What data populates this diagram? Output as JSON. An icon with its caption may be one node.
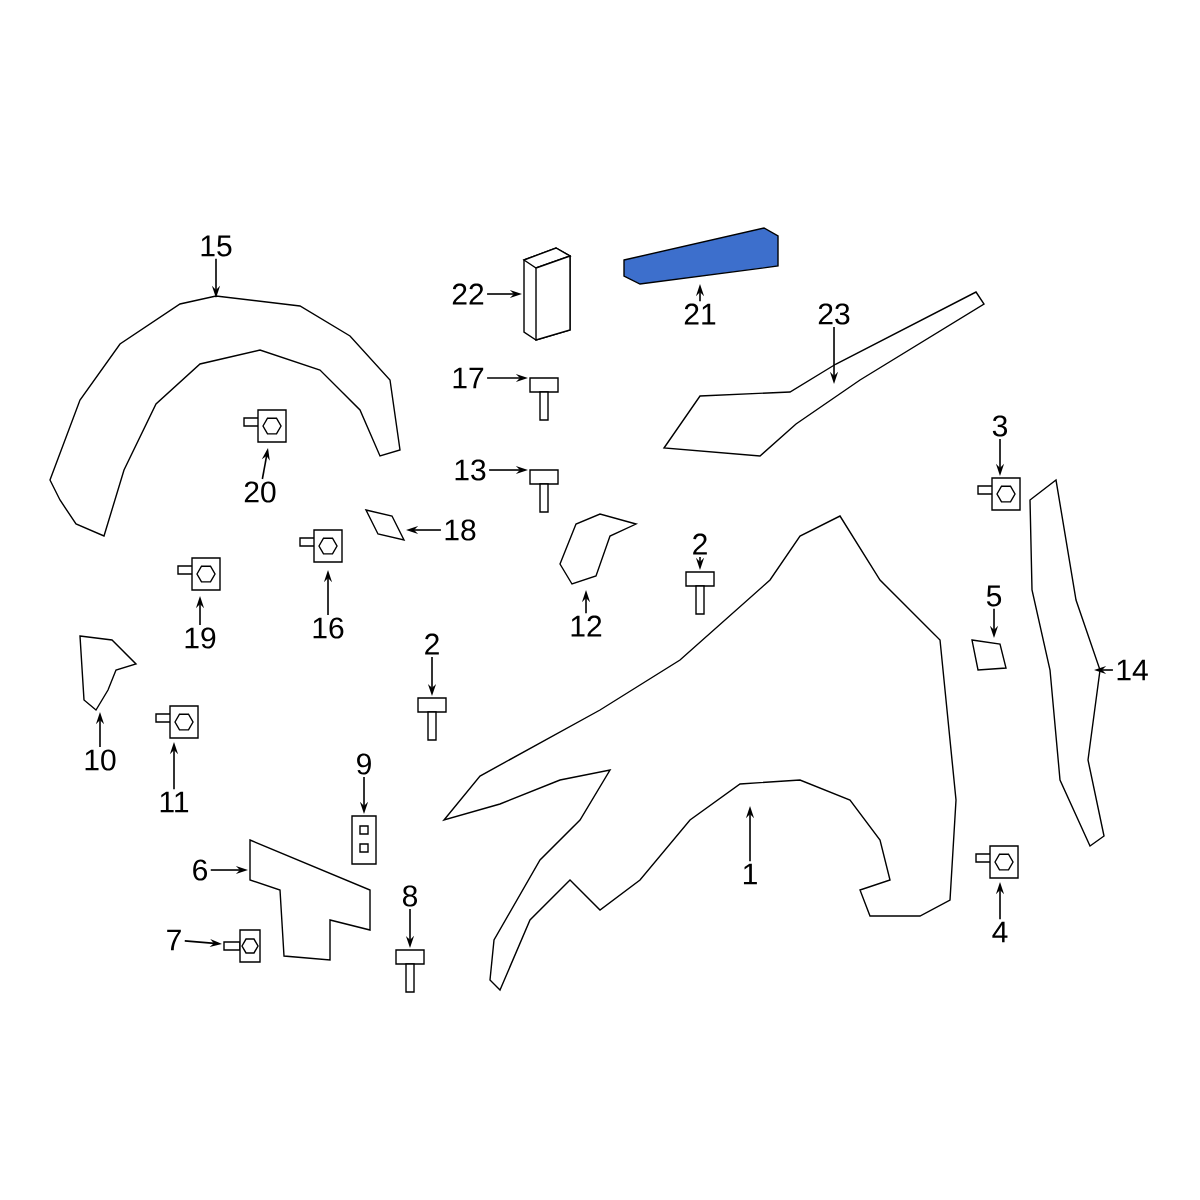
{
  "diagram": {
    "nodes": [
      {
        "text": [
          "15"
        ]
      },
      {
        "text": [],
        "shape": "picture"
      },
      {
        "text": [
          "22"
        ]
      },
      {
        "text": [],
        "shape": "picture"
      },
      {
        "text": [
          "21"
        ]
      },
      {
        "text": [],
        "shape": "picture"
      },
      {
        "text": [
          "23"
        ]
      },
      {
        "text": [],
        "shape": "picture"
      },
      {
        "text": [
          "17"
        ]
      },
      {
        "text": [],
        "shape": "picture"
      },
      {
        "text": [
          "20"
        ]
      },
      {
        "text": [],
        "shape": "picture"
      },
      {
        "text": [
          "13"
        ]
      },
      {
        "text": [],
        "shape": "picture"
      },
      {
        "text": [
          "3"
        ]
      },
      {
        "text": [],
        "shape": "picture"
      },
      {
        "text": [
          "2"
        ]
      },
      {
        "text": [],
        "shape": "picture"
      },
      {
        "text": [
          "18"
        ]
      },
      {
        "text": [],
        "shape": "picture"
      },
      {
        "text": [
          "19"
        ]
      },
      {
        "text": [],
        "shape": "picture"
      },
      {
        "text": [
          "16"
        ]
      },
      {
        "text": [],
        "shape": "picture"
      },
      {
        "text": [
          "12"
        ]
      },
      {
        "text": [],
        "shape": "picture"
      },
      {
        "text": [
          "5"
        ]
      },
      {
        "text": [],
        "shape": "picture"
      },
      {
        "text": [
          "14"
        ]
      },
      {
        "text": [],
        "shape": "picture"
      },
      {
        "text": [
          "10"
        ]
      },
      {
        "text": [],
        "shape": "picture"
      },
      {
        "text": [
          "2"
        ]
      },
      {
        "text": [],
        "shape": "picture"
      },
      {
        "text": [
          "9"
        ]
      },
      {
        "text": [],
        "shape": "picture"
      },
      {
        "text": [
          "11"
        ]
      },
      {
        "text": [],
        "shape": "picture"
      },
      {
        "text": [
          "1"
        ]
      },
      {
        "text": [],
        "shape": "picture"
      },
      {
        "text": [
          "6"
        ]
      },
      {
        "text": [],
        "shape": "picture"
      },
      {
        "text": [
          "8"
        ]
      },
      {
        "text": [],
        "shape": "picture"
      },
      {
        "text": [
          "7"
        ]
      },
      {
        "text": [],
        "shape": "picture"
      },
      {
        "text": [
          "4"
        ]
      },
      {
        "text": [],
        "shape": "picture"
      }
    ],
    "edges": [
      {
        "from": 0,
        "to": 1,
        "arrow": "to"
      },
      {
        "from": 2,
        "to": 3,
        "arrow": "to"
      },
      {
        "from": 4,
        "to": 5,
        "arrow": "to"
      },
      {
        "from": 6,
        "to": 7,
        "arrow": "to"
      },
      {
        "from": 8,
        "to": 9,
        "arrow": "to"
      },
      {
        "from": 10,
        "to": 11,
        "arrow": "to"
      },
      {
        "from": 12,
        "to": 13,
        "arrow": "to"
      },
      {
        "from": 14,
        "to": 15,
        "arrow": "to"
      },
      {
        "from": 16,
        "to": 17,
        "arrow": "to"
      },
      {
        "from": 18,
        "to": 19,
        "arrow": "to"
      },
      {
        "from": 20,
        "to": 21,
        "arrow": "to"
      },
      {
        "from": 22,
        "to": 23,
        "arrow": "to"
      },
      {
        "from": 24,
        "to": 25,
        "arrow": "to"
      },
      {
        "from": 26,
        "to": 27,
        "arrow": "to"
      },
      {
        "from": 28,
        "to": 29,
        "arrow": "to"
      },
      {
        "from": 30,
        "to": 31,
        "arrow": "to"
      },
      {
        "from": 32,
        "to": 33,
        "arrow": "to"
      },
      {
        "from": 34,
        "to": 35,
        "arrow": "to"
      },
      {
        "from": 36,
        "to": 37,
        "arrow": "to"
      },
      {
        "from": 38,
        "to": 39,
        "arrow": "to"
      },
      {
        "from": 40,
        "to": 41,
        "arrow": "to"
      },
      {
        "from": 42,
        "to": 43,
        "arrow": "to"
      },
      {
        "from": 44,
        "to": 45,
        "arrow": "to"
      },
      {
        "from": 46,
        "to": 47,
        "arrow": "to"
      }
    ]
  }
}
